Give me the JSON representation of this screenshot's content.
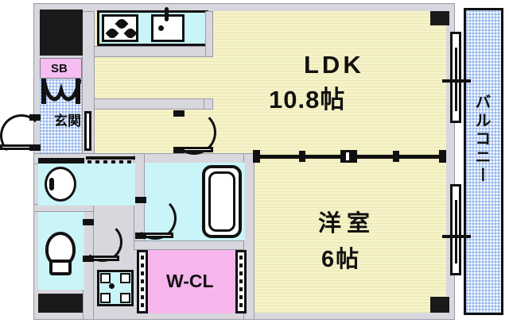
{
  "plan": {
    "title": "Apartment floor plan 1LDK",
    "rooms": [
      {
        "key": "ldk",
        "name": "LDK",
        "size": "10.8帖"
      },
      {
        "key": "washitsu",
        "name": "洋室",
        "size": "6帖"
      },
      {
        "key": "wcl",
        "name": "W-CL",
        "size": ""
      },
      {
        "key": "genkan",
        "name": "玄関",
        "size": ""
      },
      {
        "key": "sb",
        "name": "SB",
        "size": ""
      },
      {
        "key": "balcony",
        "name": "バルコニー",
        "size": ""
      }
    ],
    "labels": {
      "ldk_name": "LDK",
      "ldk_size": "10.8帖",
      "room_name": "洋室",
      "room_size": "6帖",
      "wcl": "W-CL",
      "genkan": "玄関",
      "shoebox": "SB",
      "balcony": "バルコニー"
    },
    "fixtures": [
      {
        "name": "gas-stove-3-burner",
        "room": "ldk"
      },
      {
        "name": "kitchen-sink",
        "room": "ldk"
      },
      {
        "name": "wash-basin",
        "room": "washroom"
      },
      {
        "name": "bathtub",
        "room": "bathroom"
      },
      {
        "name": "toilet",
        "room": "toilet"
      },
      {
        "name": "washing-machine-pan",
        "room": "washroom"
      },
      {
        "name": "shoe-box",
        "room": "genkan"
      }
    ],
    "doors": [
      {
        "name": "entrance-door",
        "type": "hinged-outswing"
      },
      {
        "name": "ldk-hall-door",
        "type": "hinged"
      },
      {
        "name": "bathroom-door",
        "type": "hinged"
      },
      {
        "name": "toilet-door",
        "type": "hinged"
      },
      {
        "name": "washroom-door",
        "type": "sliding"
      },
      {
        "name": "ldk-bedroom-partition",
        "type": "sliding-4-panel"
      },
      {
        "name": "balcony-sash-ldk",
        "type": "sliding-glass"
      },
      {
        "name": "balcony-sash-bedroom",
        "type": "sliding-glass"
      },
      {
        "name": "wcl-doors",
        "type": "folding"
      }
    ],
    "colors": {
      "flooring": "#f6f2c8",
      "water_area": "#c9f4f8",
      "tile_area": "#c3d7f5",
      "closet": "#f6bdf0",
      "wall": "#d7d7dd",
      "ink": "#111111"
    }
  }
}
